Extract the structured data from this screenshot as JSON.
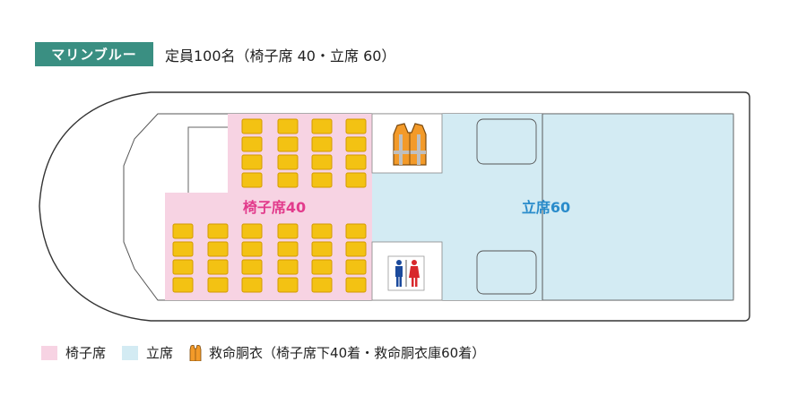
{
  "header": {
    "ship_name": "マリンブルー",
    "capacity": "定員100名（椅子席 40・立席 60）"
  },
  "plan": {
    "seated_label": "椅子席40",
    "standing_label": "立席60",
    "colors": {
      "seated": "#f7d3e3",
      "standing": "#d3ebf3",
      "seat": "#f3c213",
      "seat_stroke": "#d39a00",
      "seated_text": "#e23b8c",
      "standing_text": "#2a8ccb"
    },
    "icons": [
      "life-vest-icon",
      "restroom-icon"
    ]
  },
  "legend": {
    "seated": "椅子席",
    "standing": "立席",
    "vest": "救命胴衣（椅子席下40着・救命胴衣庫60着）"
  }
}
